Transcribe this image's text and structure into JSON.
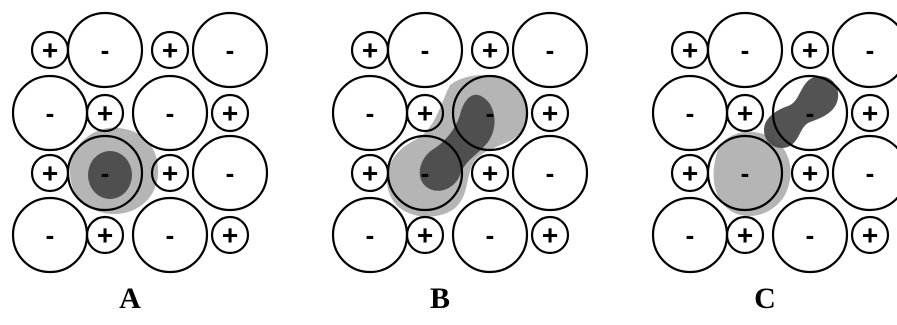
{
  "ion_labels": {
    "cation": "+",
    "anion": "-"
  },
  "colors": {
    "vacancy_shading": "#a8a8a8",
    "dense_core": "#4a4a4a",
    "outline": "#000000",
    "background": "#ffffff"
  },
  "panels": [
    {
      "label": "A",
      "lattice": [
        [
          "+",
          "-",
          "+",
          "-"
        ],
        [
          "-",
          "+",
          "-",
          "+"
        ],
        [
          "+",
          "-",
          "+",
          "-"
        ],
        [
          "-",
          "+",
          "-",
          "+"
        ]
      ]
    },
    {
      "label": "B",
      "lattice": [
        [
          "+",
          "-",
          "+",
          "-"
        ],
        [
          "-",
          "+",
          "-",
          "+"
        ],
        [
          "+",
          "-",
          "+",
          "-"
        ],
        [
          "-",
          "+",
          "-",
          "+"
        ]
      ]
    },
    {
      "label": "C",
      "lattice": [
        [
          "+",
          "-",
          "+",
          "-"
        ],
        [
          "-",
          "+",
          "-",
          "+"
        ],
        [
          "+",
          "-",
          "+",
          "-"
        ],
        [
          "-",
          "+",
          "-",
          "+"
        ]
      ]
    }
  ]
}
